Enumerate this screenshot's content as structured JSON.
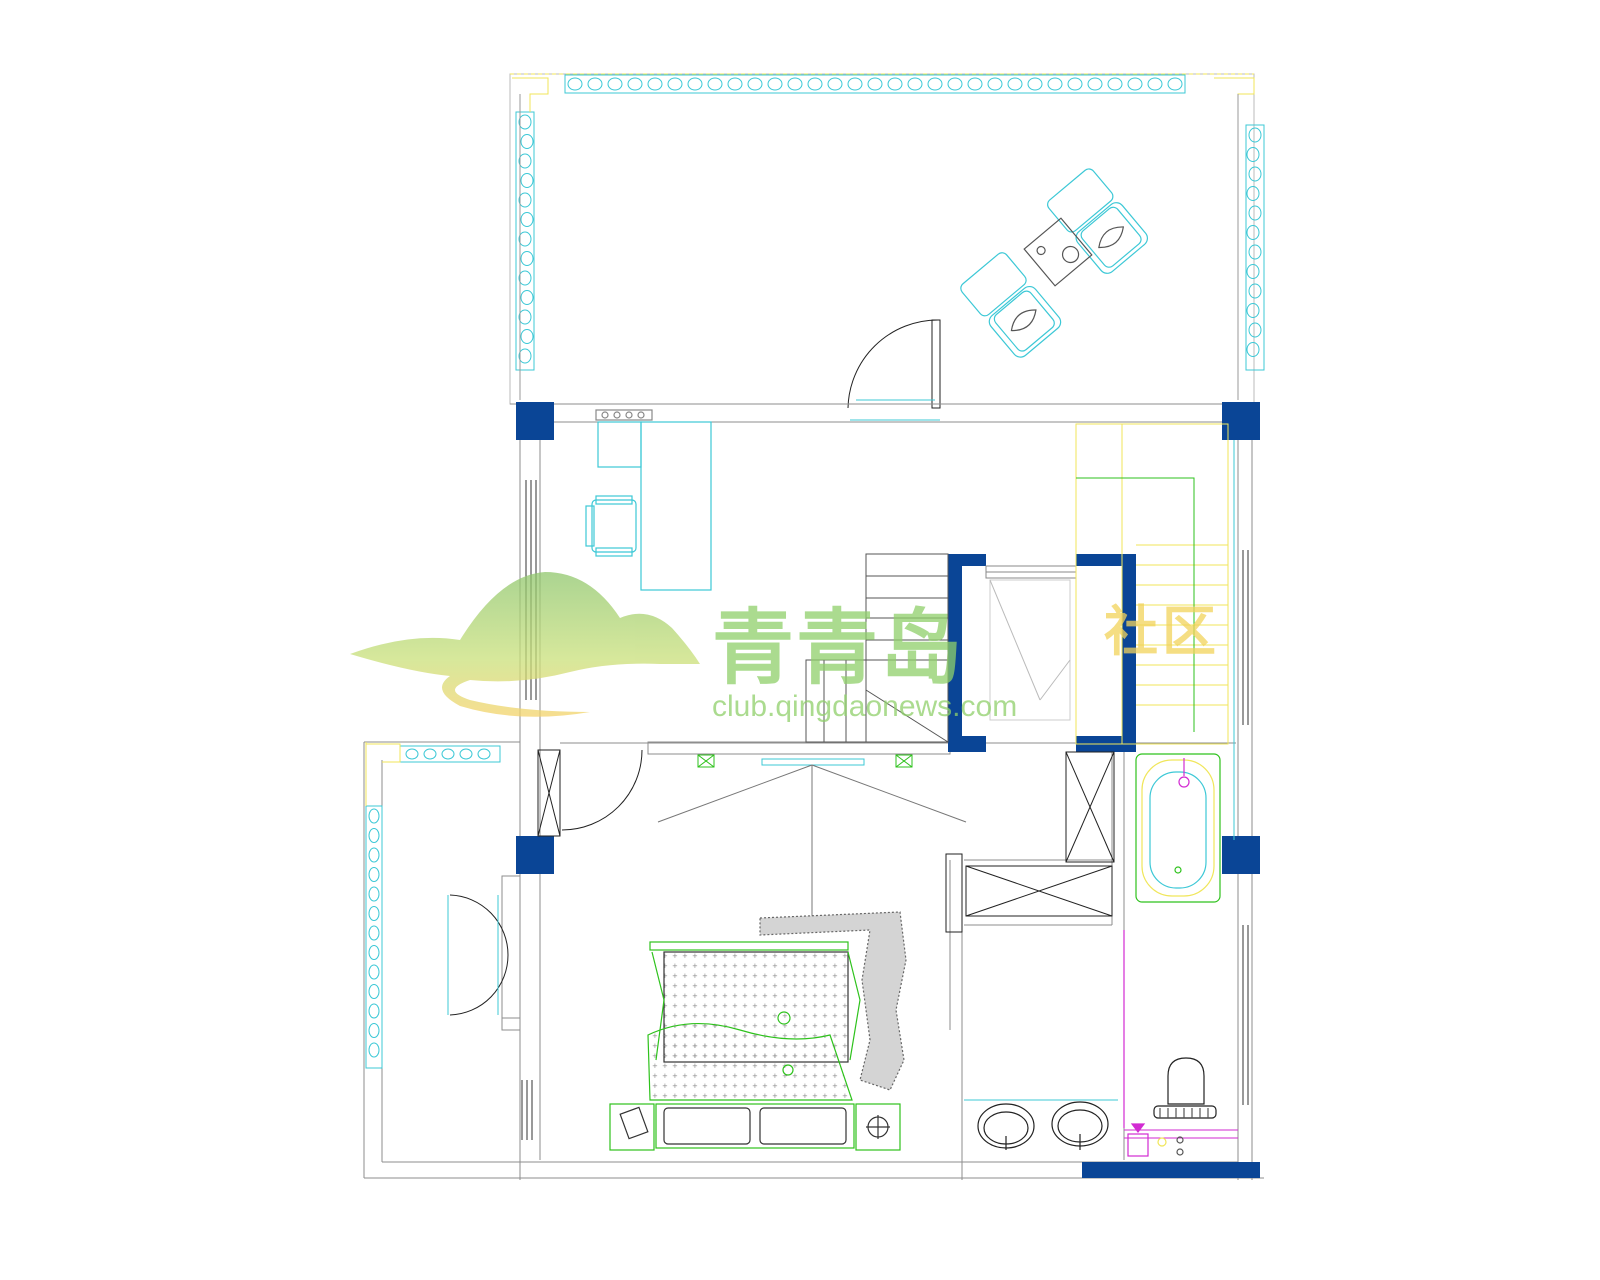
{
  "watermark": {
    "title": "青青岛",
    "subtitle": "社区",
    "url": "club.qingdaonews.com"
  },
  "colors": {
    "column": "#0a4596",
    "wall": "#8e8e8e",
    "railing": "#3cc8d6",
    "yellow": "#f0e65a",
    "green": "#2ec21c",
    "magenta": "#d22ad2",
    "wm_green": "#8fd06a",
    "wm_yellow": "#f2d35a"
  }
}
